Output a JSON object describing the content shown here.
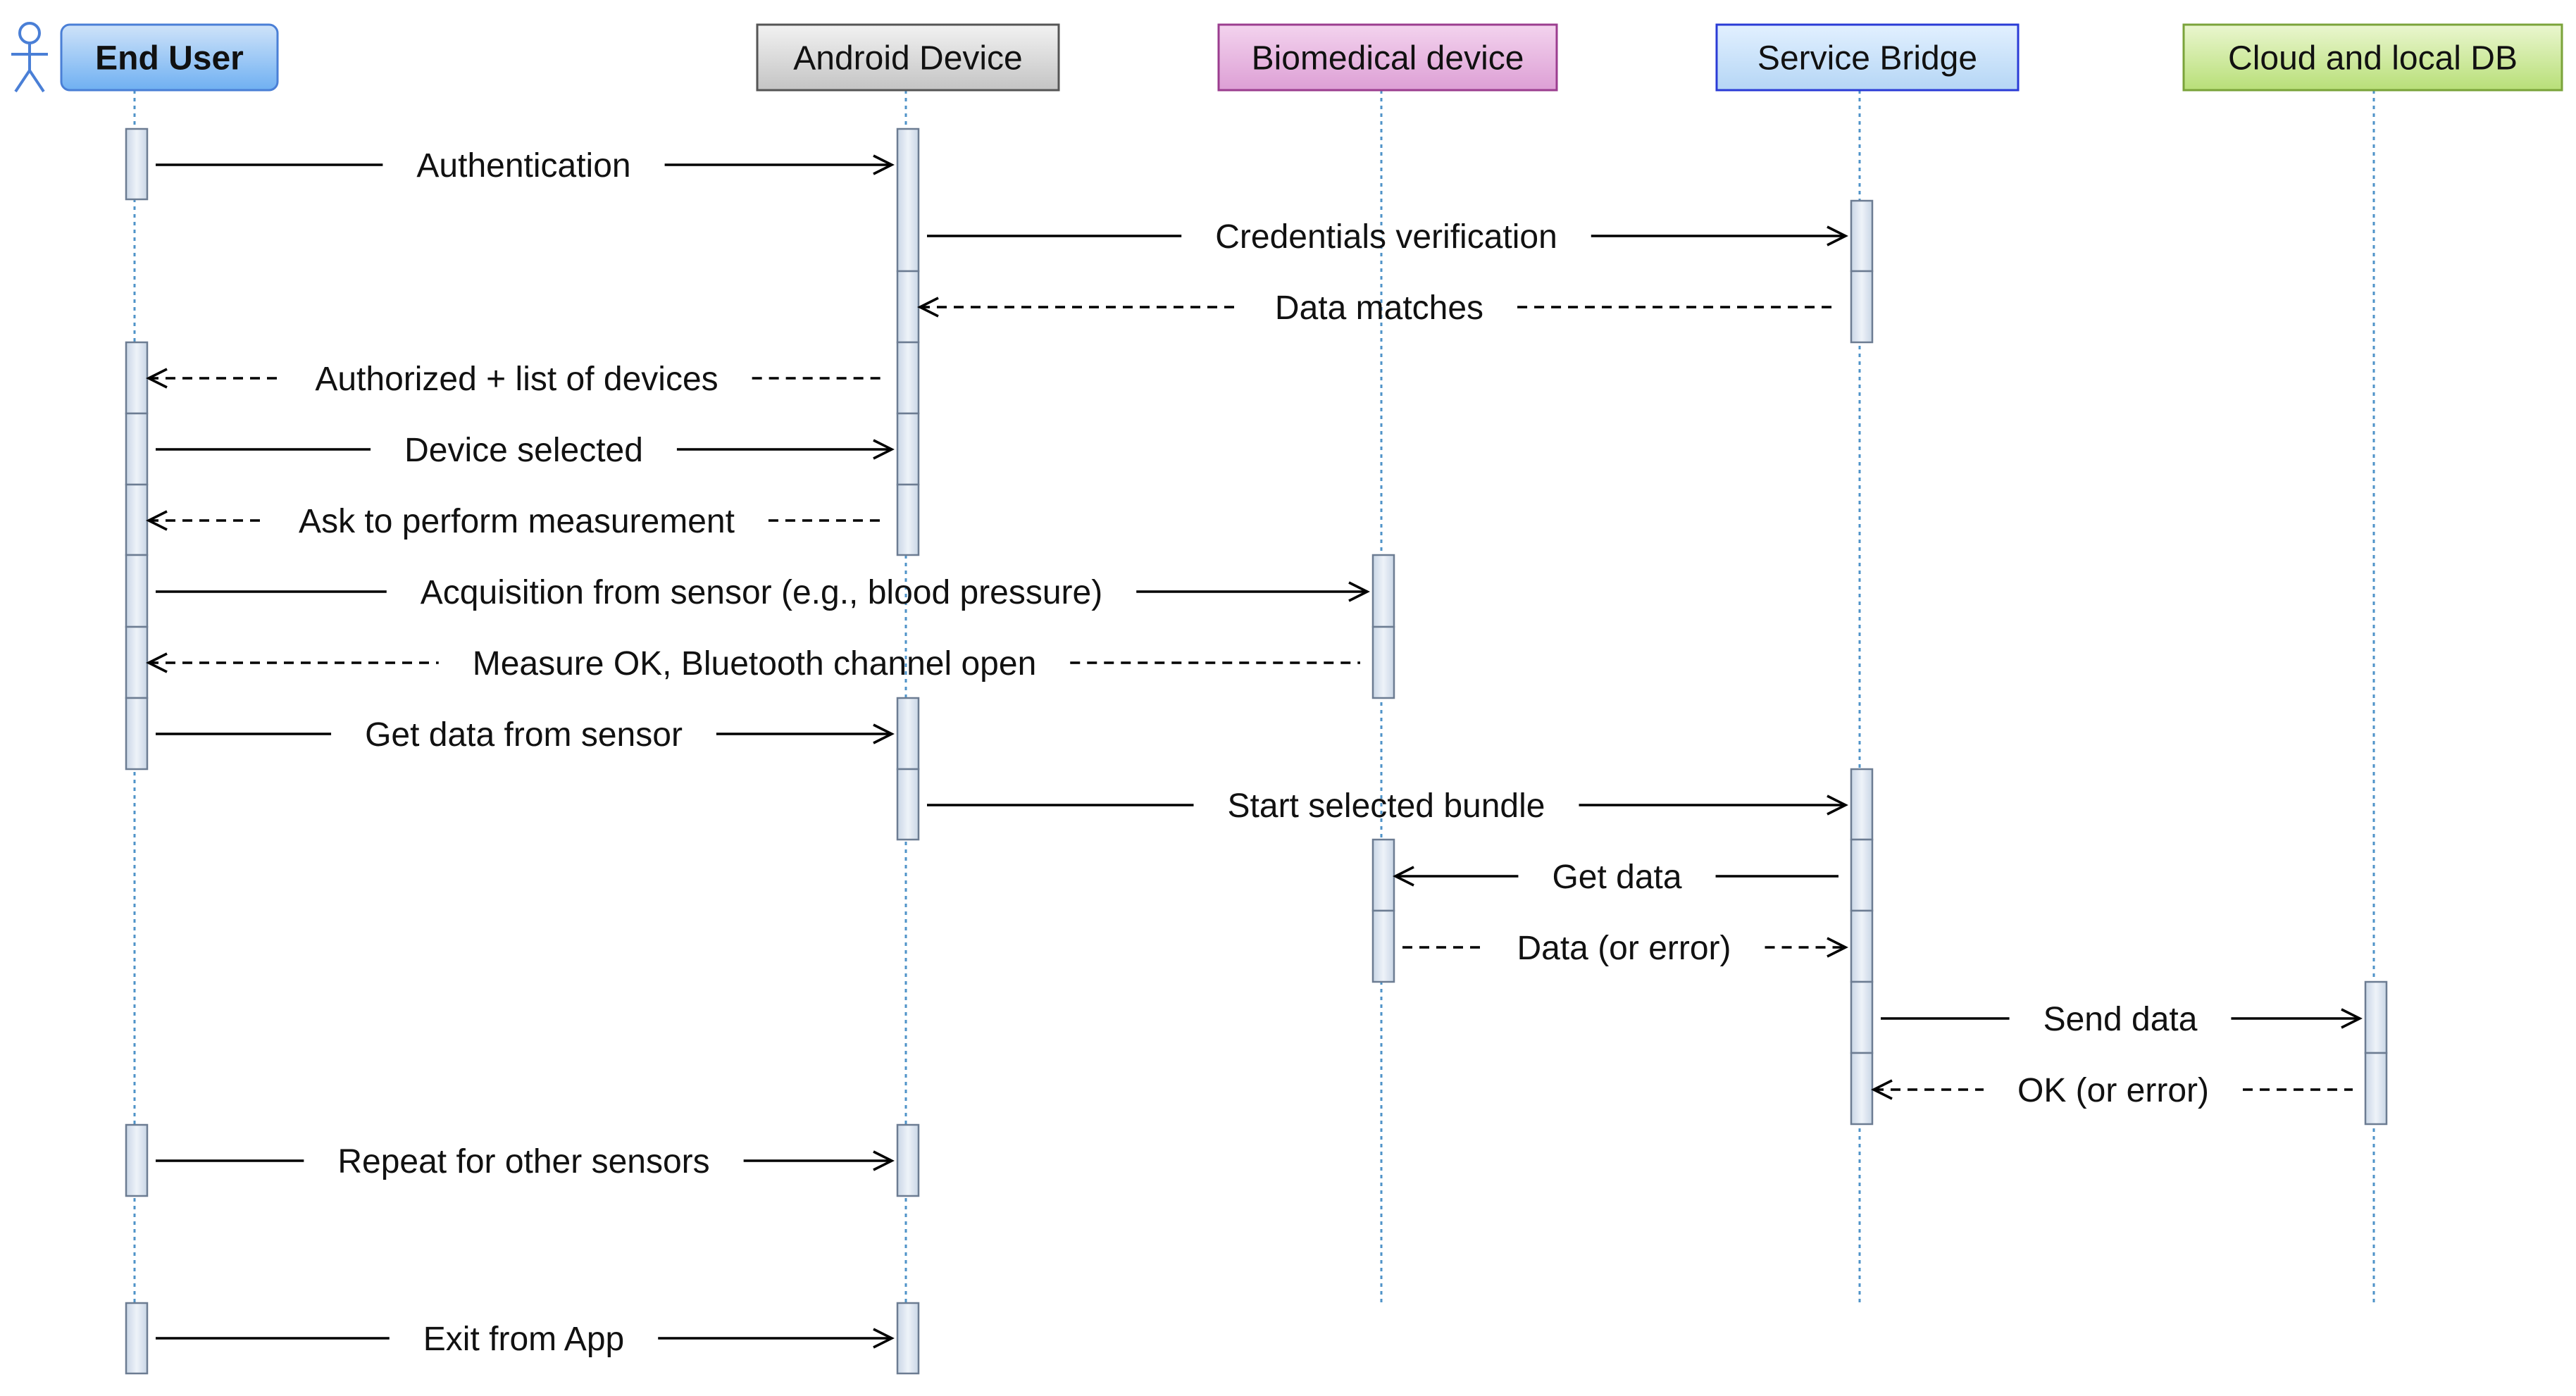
{
  "participants": [
    {
      "id": "user",
      "label": "End User",
      "actor": true,
      "fill": "#cfe3f9",
      "fill_dark": "#6fb0f2",
      "stroke": "#4a7fd6",
      "bold": true
    },
    {
      "id": "android",
      "label": "Android Device",
      "fill": "#f2f2f2",
      "fill_dark": "#c4c4c4",
      "stroke": "#555555"
    },
    {
      "id": "bio",
      "label": "Biomedical device",
      "fill": "#f3d3ee",
      "fill_dark": "#dd9fd5",
      "stroke": "#9b3d8f"
    },
    {
      "id": "bridge",
      "label": "Service Bridge",
      "fill": "#e2f0ff",
      "fill_dark": "#b5d6f5",
      "stroke": "#2a3bd6"
    },
    {
      "id": "cloud",
      "label": "Cloud and local DB",
      "fill": "#eaf6cf",
      "fill_dark": "#b8df78",
      "stroke": "#7aa33a"
    }
  ],
  "messages": [
    {
      "from": "user",
      "to": "android",
      "label": "Authentication",
      "type": "call"
    },
    {
      "from": "android",
      "to": "bridge",
      "label": "Credentials verification",
      "type": "call"
    },
    {
      "from": "bridge",
      "to": "android",
      "label": "Data matches",
      "type": "return"
    },
    {
      "from": "android",
      "to": "user",
      "label": "Authorized + list of devices",
      "type": "return"
    },
    {
      "from": "user",
      "to": "android",
      "label": "Device selected",
      "type": "call"
    },
    {
      "from": "android",
      "to": "user",
      "label": "Ask to perform measurement",
      "type": "return"
    },
    {
      "from": "user",
      "to": "bio",
      "label": "Acquisition from sensor (e.g., blood pressure)",
      "type": "call"
    },
    {
      "from": "bio",
      "to": "user",
      "label": "Measure OK, Bluetooth channel open",
      "type": "return"
    },
    {
      "from": "user",
      "to": "android",
      "label": "Get data from sensor",
      "type": "call"
    },
    {
      "from": "android",
      "to": "bridge",
      "label": "Start selected bundle",
      "type": "call"
    },
    {
      "from": "bridge",
      "to": "bio",
      "label": "Get data",
      "type": "call"
    },
    {
      "from": "bio",
      "to": "bridge",
      "label": "Data (or error)",
      "type": "return"
    },
    {
      "from": "bridge",
      "to": "cloud",
      "label": "Send data",
      "type": "call"
    },
    {
      "from": "cloud",
      "to": "bridge",
      "label": "OK (or error)",
      "type": "return"
    },
    {
      "from": "user",
      "to": "android",
      "label": "Repeat for other sensors",
      "type": "call"
    },
    {
      "from": "user",
      "to": "android",
      "label": "Exit from App",
      "type": "call"
    }
  ]
}
